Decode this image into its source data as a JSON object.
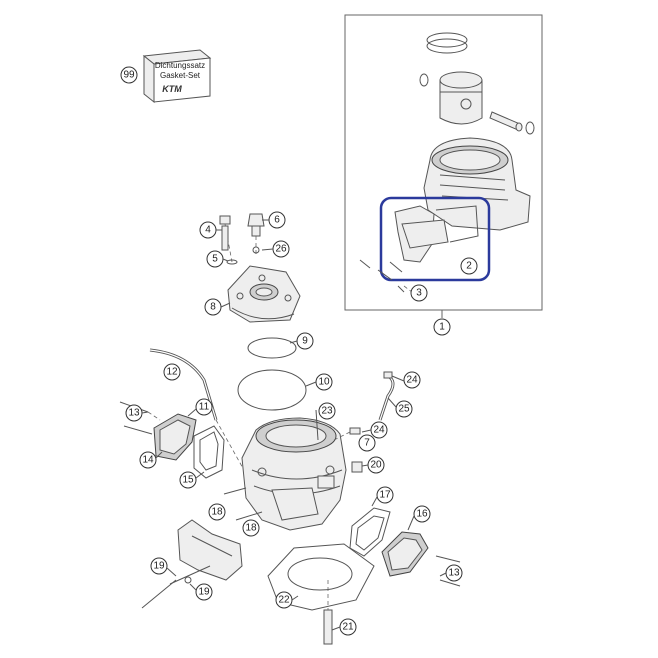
{
  "diagram": {
    "highlight_color": "#2b3a9c",
    "gasket_box": {
      "line1": "Dichtungssatz",
      "line2": "Gasket-Set",
      "logo": "KTM"
    },
    "callouts": {
      "c99": "99",
      "c1": "1",
      "c2": "2",
      "c3": "3",
      "c4": "4",
      "c5": "5",
      "c6": "6",
      "c8": "8",
      "c26": "26",
      "c9": "9",
      "c10": "10",
      "c11": "11",
      "c12": "12",
      "c13a": "13",
      "c13b": "13",
      "c14": "14",
      "c15": "15",
      "c16": "16",
      "c17": "17",
      "c18a": "18",
      "c18b": "18",
      "c19a": "19",
      "c19b": "19",
      "c20": "20",
      "c21": "21",
      "c22": "22",
      "c23": "23",
      "c24a": "24",
      "c24b": "24",
      "c25": "25",
      "c7": "7"
    }
  }
}
